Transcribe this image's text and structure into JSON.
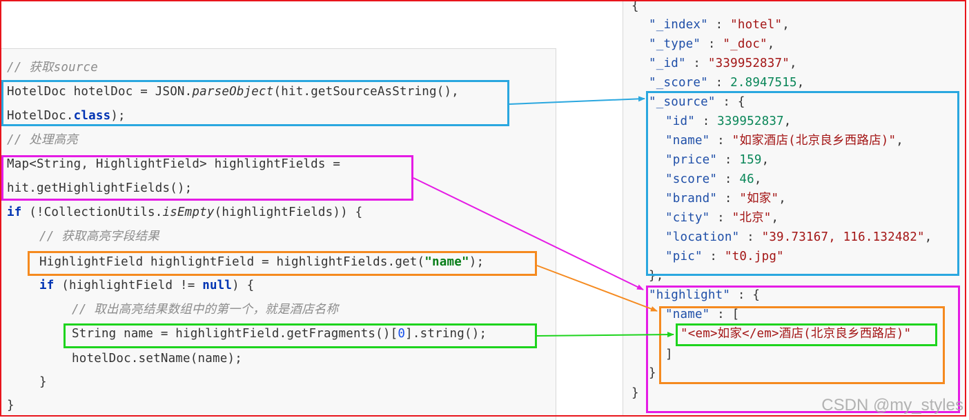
{
  "code": {
    "c_source": "// 获取source",
    "l1_a": "HotelDoc hotelDoc = JSON.",
    "l1_b": "parseObject",
    "l1_c": "(hit.getSourceAsString(),",
    "l2_a": "HotelDoc.",
    "l2_b": "class",
    "l2_c": ");",
    "c_highlight": "// 处理高亮",
    "l3": "Map<String, HighlightField> highlightFields =",
    "l4": "hit.getHighlightFields();",
    "l5_a": "if",
    "l5_b": " (!CollectionUtils.",
    "l5_c": "isEmpty",
    "l5_d": "(highlightFields)) {",
    "c_get_field": "// 获取高亮字段结果",
    "l6_a": "HighlightField highlightField = highlightFields.get(",
    "l6_b": "\"name\"",
    "l6_c": ");",
    "l7_a": "if",
    "l7_b": " (highlightField != ",
    "l7_c": "null",
    "l7_d": ") {",
    "c_first": "// 取出高亮结果数组中的第一个，就是酒店名称",
    "l8_a": "String name = highlightField.getFragments()[",
    "l8_b": "0",
    "l8_c": "].string();",
    "l9": "hotelDoc.setName(name);",
    "l10": "}",
    "l11": "}"
  },
  "json": {
    "open": "{",
    "index_k": "\"_index\"",
    "index_v": "\"hotel\"",
    "type_k": "\"_type\"",
    "type_v": "\"_doc\"",
    "id_k": "\"_id\"",
    "id_v": "\"339952837\"",
    "score_k": "\"_score\"",
    "score_v": "2.8947515",
    "source_k": "\"_source\"",
    "s_id_k": "\"id\"",
    "s_id_v": "339952837",
    "s_name_k": "\"name\"",
    "s_name_v": "\"如家酒店(北京良乡西路店)\"",
    "s_price_k": "\"price\"",
    "s_price_v": "159",
    "s_score_k": "\"score\"",
    "s_score_v": "46",
    "s_brand_k": "\"brand\"",
    "s_brand_v": "\"如家\"",
    "s_city_k": "\"city\"",
    "s_city_v": "\"北京\"",
    "s_loc_k": "\"location\"",
    "s_loc_v": "\"39.73167, 116.132482\"",
    "s_pic_k": "\"pic\"",
    "s_pic_v": "\"t0.jpg\"",
    "source_close": "},",
    "highlight_k": "\"highlight\"",
    "h_name_k": "\"name\"",
    "h_value": "\"<em>如家</em>酒店(北京良乡西路店)\"",
    "arr_close": "]",
    "h_close": "}",
    "close": "}"
  },
  "colors": {
    "frame": "#e8151c",
    "blue": "#2aa7df",
    "magenta": "#e51ce5",
    "orange": "#f58a1f",
    "green": "#1ed41e"
  },
  "watermark": "CSDN @my_styles"
}
